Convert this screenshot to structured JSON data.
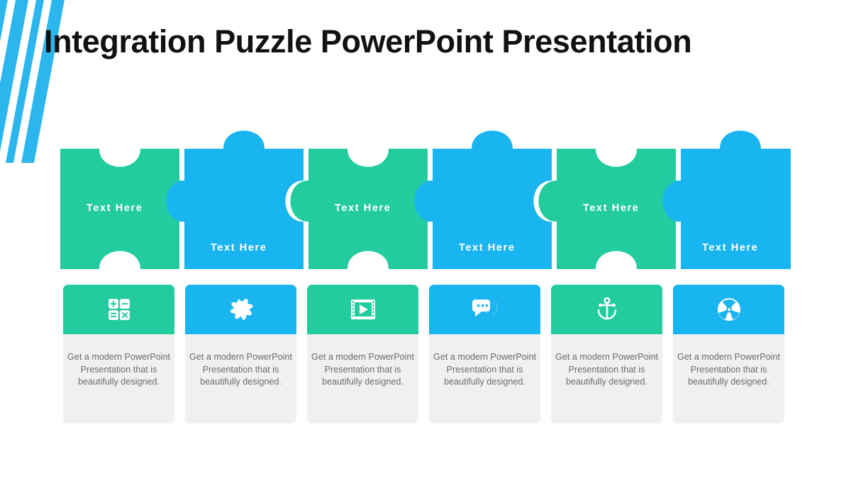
{
  "slide": {
    "title": "Integration Puzzle PowerPoint Presentation",
    "background_color": "#FFFFFF"
  },
  "theme": {
    "green": "#22CC9E",
    "blue": "#19B5F0",
    "stripe_blue": "#2BB6EE",
    "card_body_bg": "#F0F0F0",
    "card_text_color": "#6B6B6B",
    "title_color": "#111111",
    "piece_label_color": "#FFFFFF"
  },
  "decoration": {
    "stripes": [
      {
        "name": "stripe-1",
        "color": "#2BB6EE"
      },
      {
        "name": "stripe-2",
        "color": "#2BB6EE"
      },
      {
        "name": "stripe-3",
        "color": "#2BB6EE"
      },
      {
        "name": "stripe-4",
        "color": "#2BB6EE"
      }
    ]
  },
  "puzzle": {
    "pieces": [
      {
        "index": 1,
        "label": "Text Here",
        "color": "#22CC9E",
        "color_name": "green",
        "label_position": "upper"
      },
      {
        "index": 2,
        "label": "Text Here",
        "color": "#19B5F0",
        "color_name": "blue",
        "label_position": "lower"
      },
      {
        "index": 3,
        "label": "Text Here",
        "color": "#22CC9E",
        "color_name": "green",
        "label_position": "upper"
      },
      {
        "index": 4,
        "label": "Text Here",
        "color": "#19B5F0",
        "color_name": "blue",
        "label_position": "lower"
      },
      {
        "index": 5,
        "label": "Text Here",
        "color": "#22CC9E",
        "color_name": "green",
        "label_position": "upper"
      },
      {
        "index": 6,
        "label": "Text Here",
        "color": "#19B5F0",
        "color_name": "blue",
        "label_position": "lower"
      }
    ]
  },
  "cards": [
    {
      "index": 1,
      "icon": "calculator-icon",
      "header_color": "#22CC9E",
      "body_text": "Get a modern PowerPoint Presentation that is beautifully designed."
    },
    {
      "index": 2,
      "icon": "puzzle-piece-icon",
      "header_color": "#19B5F0",
      "body_text": "Get a modern PowerPoint Presentation that is beautifully designed."
    },
    {
      "index": 3,
      "icon": "film-play-icon",
      "header_color": "#22CC9E",
      "body_text": "Get a modern PowerPoint Presentation that is beautifully designed."
    },
    {
      "index": 4,
      "icon": "chat-bubbles-icon",
      "header_color": "#19B5F0",
      "body_text": "Get a modern PowerPoint Presentation that is beautifully designed."
    },
    {
      "index": 5,
      "icon": "anchor-icon",
      "header_color": "#22CC9E",
      "body_text": "Get a modern PowerPoint Presentation that is beautifully designed."
    },
    {
      "index": 6,
      "icon": "radiation-icon",
      "header_color": "#19B5F0",
      "body_text": "Get a modern PowerPoint Presentation that is beautifully designed."
    }
  ]
}
